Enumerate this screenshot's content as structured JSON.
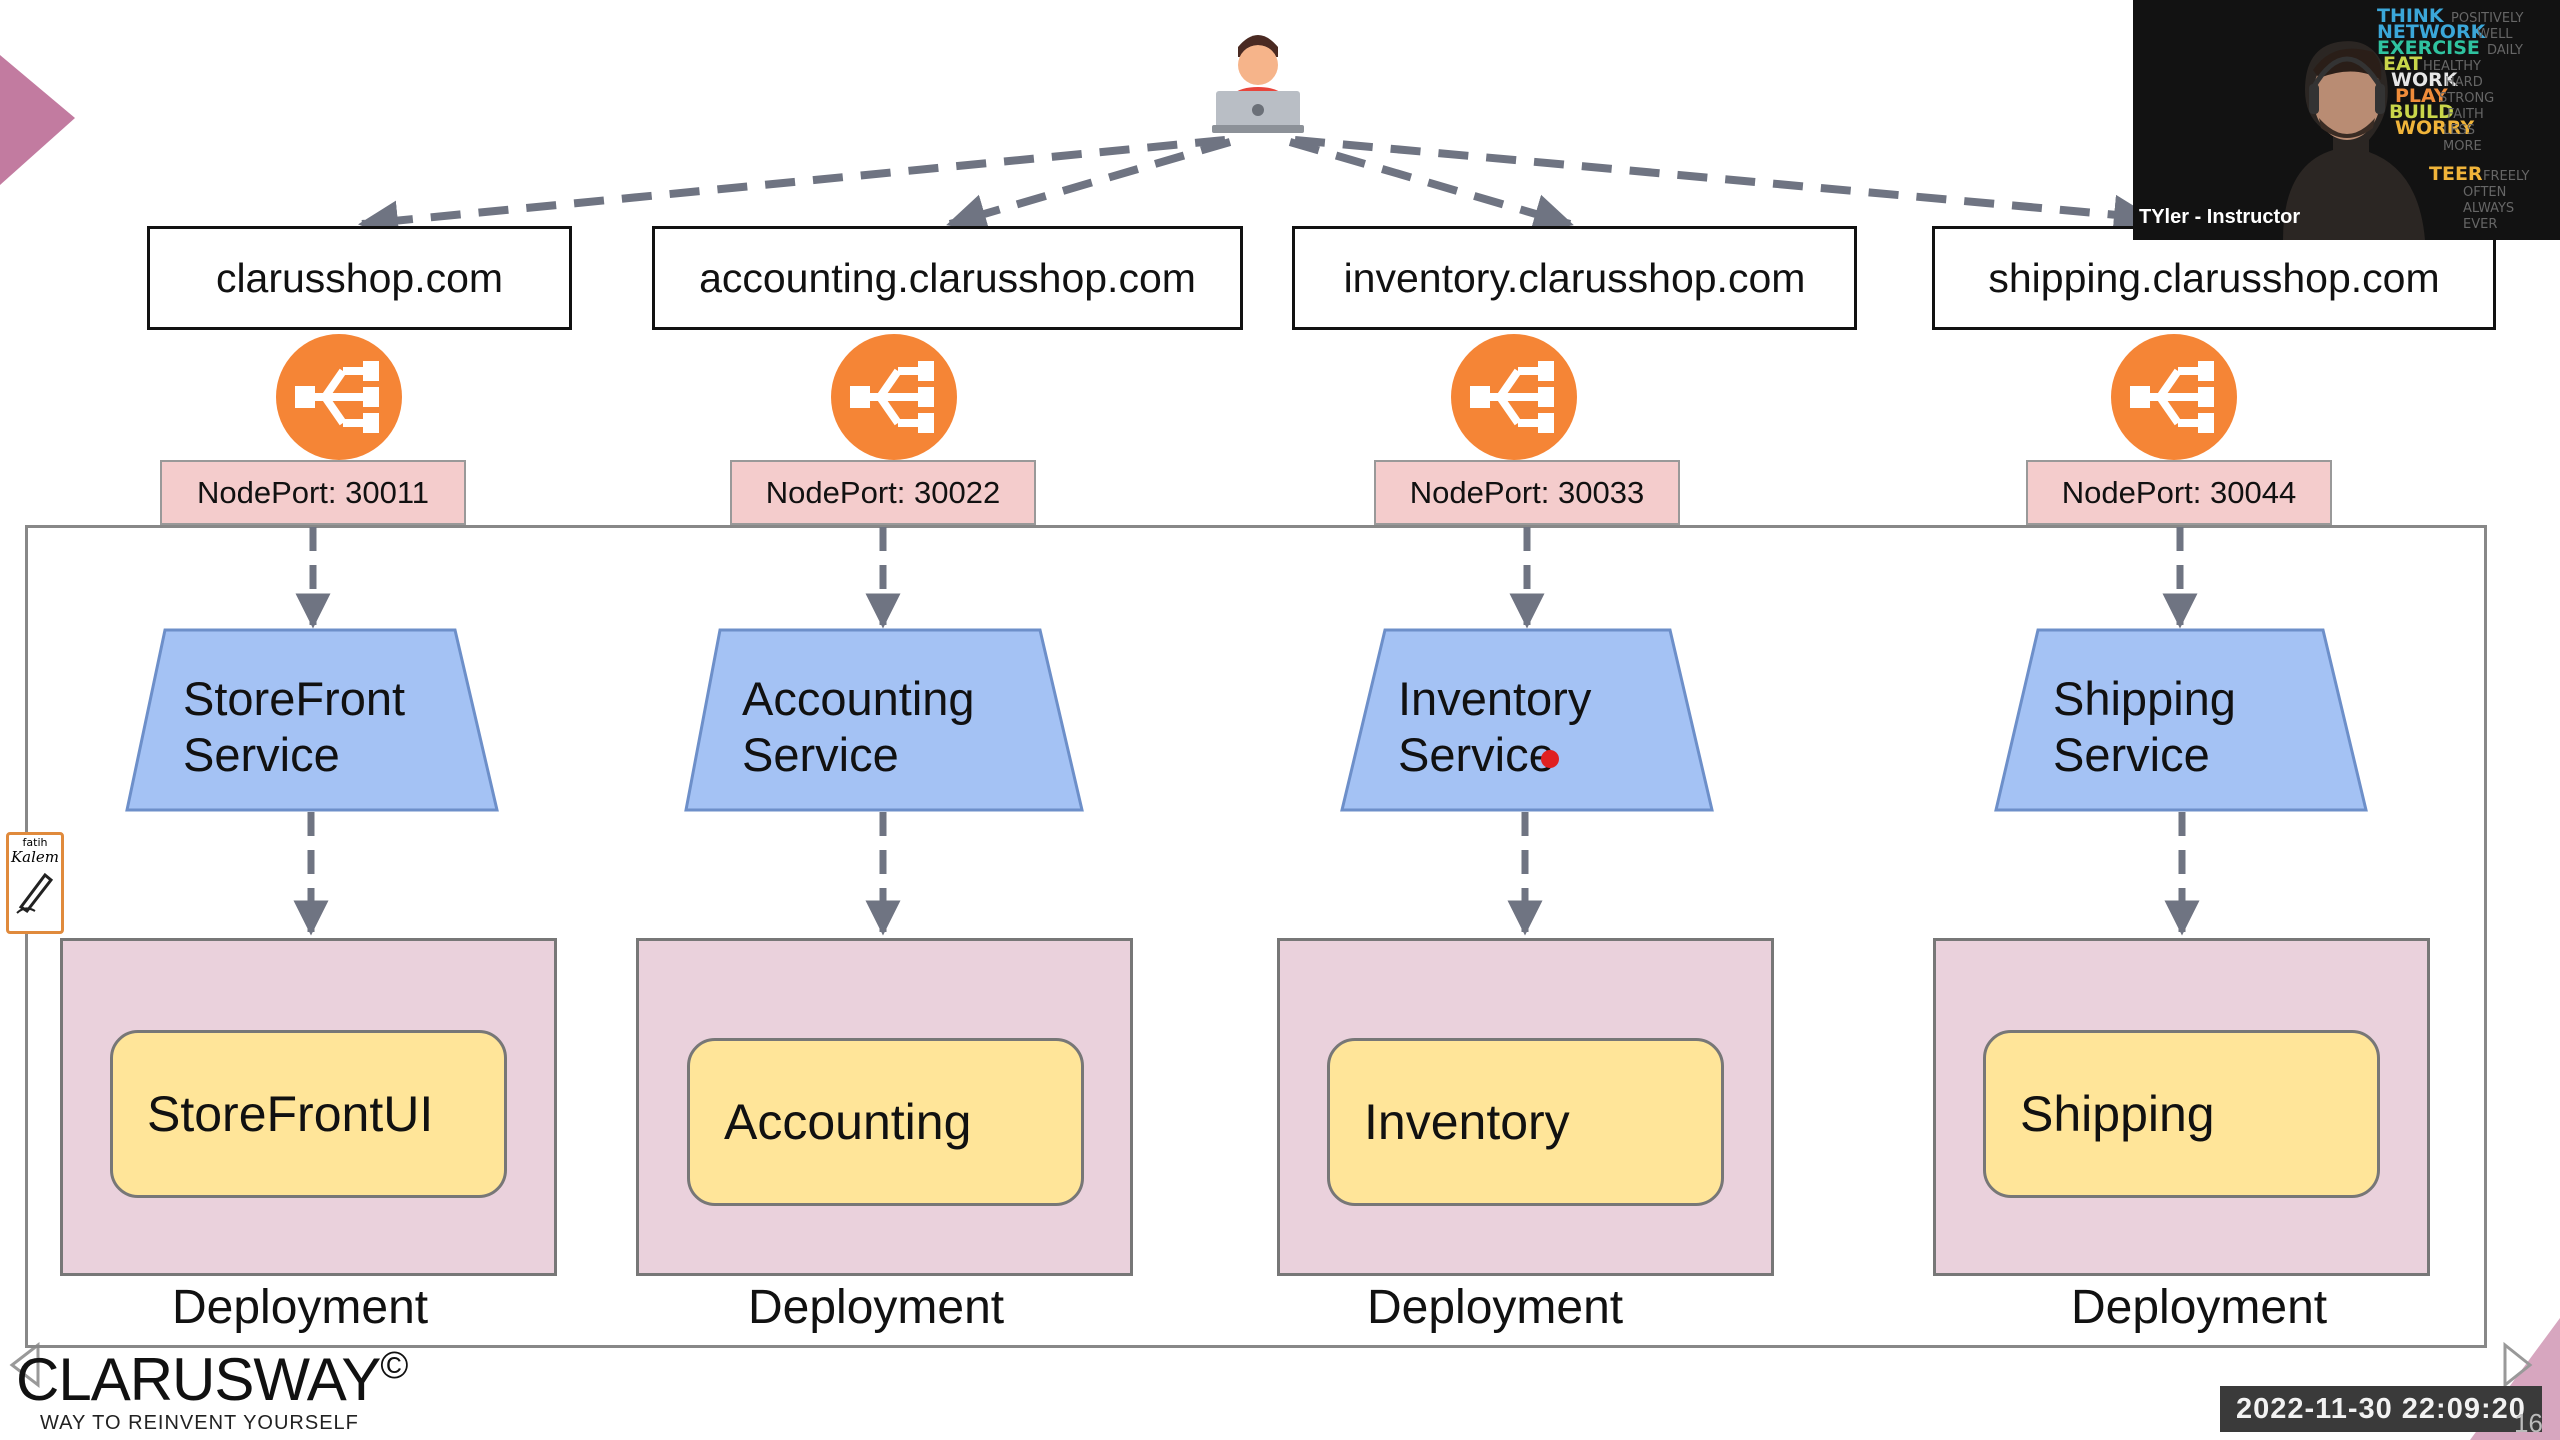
{
  "domains": [
    "clarusshop.com",
    "accounting.clarusshop.com",
    "inventory.clarusshop.com",
    "shipping.clarusshop.com"
  ],
  "nodeports": [
    "NodePort: 30011",
    "NodePort: 30022",
    "NodePort: 30033",
    "NodePort: 30044"
  ],
  "services": [
    "StoreFront\nService",
    "Accounting\nService",
    "Inventory\nService",
    "Shipping\nService"
  ],
  "pods": [
    "StoreFrontUI",
    "Accounting",
    "Inventory",
    "Shipping"
  ],
  "deployment_label": "Deployment",
  "brand": {
    "name": "CLARUSWAY",
    "copyright": "©",
    "tagline": "WAY TO REINVENT YOURSELF"
  },
  "pen_tool": {
    "line1": "fatih",
    "line2": "Kalem"
  },
  "webcam": {
    "caption": "TYler - Instructor",
    "poster_words": [
      "THINK",
      "NETWORK",
      "EXERCISE",
      "EAT",
      "WORK",
      "PLAY",
      "BUILD",
      "WORRY",
      "TEER",
      "POSITIVELY",
      "WELL",
      "DAILY",
      "HEALTHY",
      "HARD",
      "STRONG",
      "FAITH",
      "LESS",
      "MORE",
      "FREELY",
      "OFTEN",
      "ALWAYS",
      "EVER"
    ]
  },
  "timestamp": "2022-11-30  22:09:20",
  "slide_number": "16",
  "colors": {
    "lb_orange": "#f58536",
    "service_blue": "#a4c2f4",
    "service_border": "#6d8fc9",
    "nodeport_pink": "#f4cccc",
    "deployment_pink": "#ead1dc",
    "pod_yellow": "#ffe599",
    "arrow_gray": "#6f7482",
    "deco_pink": "#c27ba0"
  },
  "icons": [
    "user-laptop-icon",
    "load-balancer-icon",
    "pen-icon"
  ]
}
